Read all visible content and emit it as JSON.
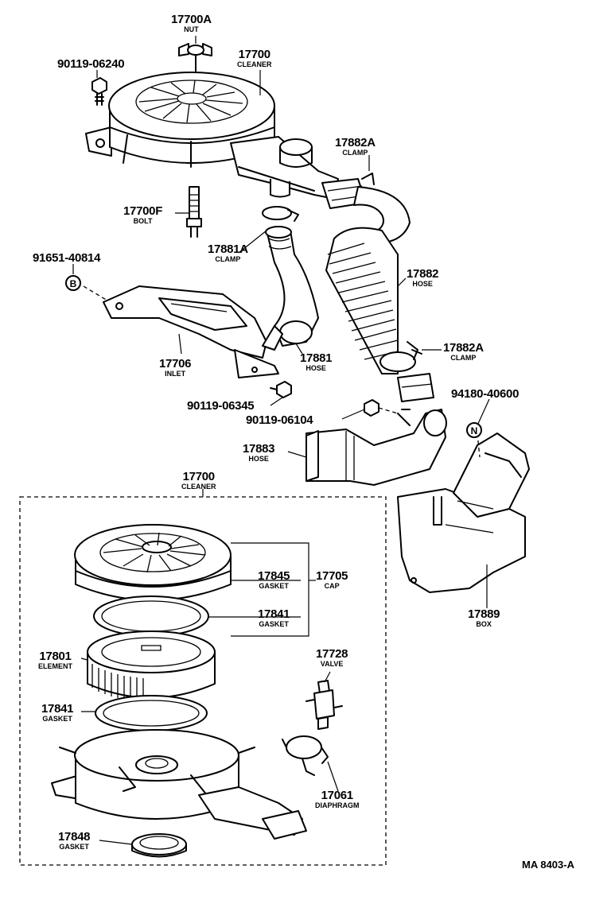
{
  "parts": {
    "p17700a": {
      "number": "17700A",
      "name": "NUT"
    },
    "p17700": {
      "number": "17700",
      "name": "CLEANER"
    },
    "p9011906240": {
      "number": "90119-06240",
      "name": ""
    },
    "p17882a_top": {
      "number": "17882A",
      "name": "CLAMP"
    },
    "p17700f": {
      "number": "17700F",
      "name": "BOLT"
    },
    "p17881a": {
      "number": "17881A",
      "name": "CLAMP"
    },
    "p9165140814": {
      "number": "91651-40814",
      "name": ""
    },
    "p17882": {
      "number": "17882",
      "name": "HOSE"
    },
    "p17706": {
      "number": "17706",
      "name": "INLET"
    },
    "p17881": {
      "number": "17881",
      "name": "HOSE"
    },
    "p17882a_low": {
      "number": "17882A",
      "name": "CLAMP"
    },
    "p9011906345": {
      "number": "90119-06345",
      "name": ""
    },
    "p9418040600": {
      "number": "94180-40600",
      "name": ""
    },
    "p9011906104": {
      "number": "90119-06104",
      "name": ""
    },
    "p17883": {
      "number": "17883",
      "name": "HOSE"
    },
    "p17700_set": {
      "number": "17700",
      "name": "CLEANER"
    },
    "p17845": {
      "number": "17845",
      "name": "GASKET"
    },
    "p17705": {
      "number": "17705",
      "name": "CAP"
    },
    "p17841_up": {
      "number": "17841",
      "name": "GASKET"
    },
    "p17801": {
      "number": "17801",
      "name": "ELEMENT"
    },
    "p17728": {
      "number": "17728",
      "name": "VALVE"
    },
    "p17841_low": {
      "number": "17841",
      "name": "GASKET"
    },
    "p17061": {
      "number": "17061",
      "name": "DIAPHRAGM"
    },
    "p17848": {
      "number": "17848",
      "name": "GASKET"
    },
    "p17889": {
      "number": "17889",
      "name": "BOX"
    }
  },
  "markers": {
    "b": "B",
    "n": "N"
  },
  "drawing_ref": "MA 8403-A"
}
